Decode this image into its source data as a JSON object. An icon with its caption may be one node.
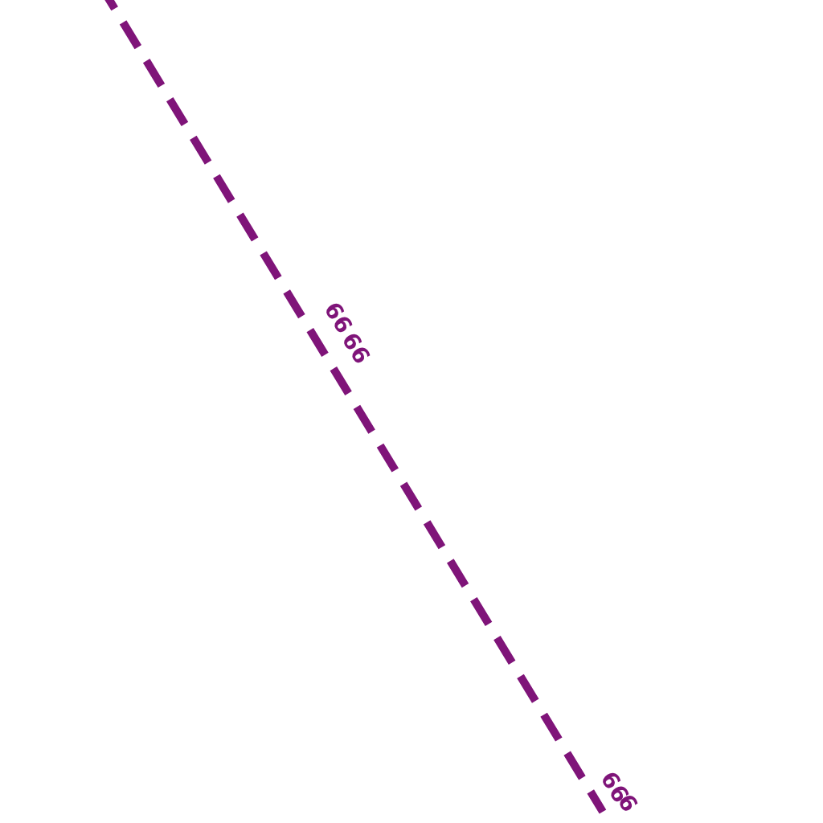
{
  "diagram": {
    "labels": [
      "66",
      "66",
      "66",
      "6"
    ]
  }
}
